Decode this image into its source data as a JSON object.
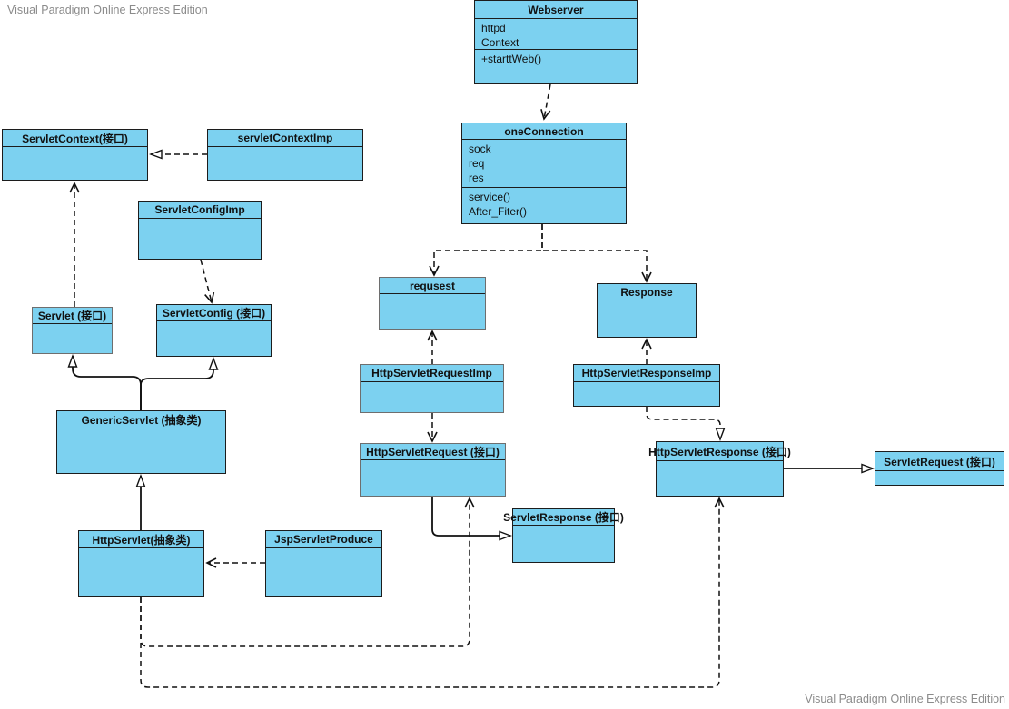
{
  "watermark": {
    "text": "Visual Paradigm Online Express Edition"
  },
  "colors": {
    "node_fill": "#7cd1f0",
    "node_border": "#1c1c1c",
    "node_border_alt": "#6e6e6e",
    "line": "#111111",
    "watermark": "#8b8b8b"
  },
  "diagram": {
    "classes": [
      {
        "id": "webserver",
        "title": "Webserver",
        "attributes": [
          "httpd",
          "Context"
        ],
        "methods": [
          "+starttWeb()"
        ]
      },
      {
        "id": "oneConnection",
        "title": "oneConnection",
        "attributes": [
          "sock",
          "req",
          "res"
        ],
        "methods": [
          "service()",
          "After_Fiter()"
        ]
      },
      {
        "id": "servletContext",
        "title": "ServletContext(接口)",
        "attributes": [],
        "methods": []
      },
      {
        "id": "servletContextImp",
        "title": "servletContextImp",
        "attributes": [],
        "methods": []
      },
      {
        "id": "servletConfigImp",
        "title": "ServletConfigImp",
        "attributes": [],
        "methods": []
      },
      {
        "id": "servlet",
        "title": "Servlet (接口)",
        "attributes": [],
        "methods": []
      },
      {
        "id": "servletConfig",
        "title": "ServletConfig (接口)",
        "attributes": [],
        "methods": []
      },
      {
        "id": "genericServlet",
        "title": "GenericServlet (抽象类)",
        "attributes": [],
        "methods": []
      },
      {
        "id": "httpServlet",
        "title": "HttpServlet(抽象类)",
        "attributes": [],
        "methods": []
      },
      {
        "id": "jspServletProduce",
        "title": "JspServletProduce",
        "attributes": [],
        "methods": []
      },
      {
        "id": "requsest",
        "title": "requsest",
        "attributes": [],
        "methods": []
      },
      {
        "id": "response",
        "title": "Response",
        "attributes": [],
        "methods": []
      },
      {
        "id": "httpServletRequestImp",
        "title": "HttpServletRequestImp",
        "attributes": [],
        "methods": []
      },
      {
        "id": "httpServletResponseImp",
        "title": "HttpServletResponseImp",
        "attributes": [],
        "methods": []
      },
      {
        "id": "httpServletRequest",
        "title": "HttpServletRequest (接口)",
        "attributes": [],
        "methods": []
      },
      {
        "id": "servletResponse",
        "title": "ServletResponse (接口)",
        "attributes": [],
        "methods": []
      },
      {
        "id": "httpServletResponse",
        "title": "HttpServletResponse (接口)",
        "attributes": [],
        "methods": []
      },
      {
        "id": "servletRequest",
        "title": "ServletRequest (接口)",
        "attributes": [],
        "methods": []
      }
    ],
    "relationships": [
      {
        "from": "webserver",
        "to": "oneConnection",
        "type": "dependency",
        "line": "dashed",
        "arrow": "open"
      },
      {
        "from": "oneConnection",
        "to": "requsest",
        "type": "dependency",
        "line": "dashed",
        "arrow": "open"
      },
      {
        "from": "oneConnection",
        "to": "response",
        "type": "dependency",
        "line": "dashed",
        "arrow": "open"
      },
      {
        "from": "servletContextImp",
        "to": "servletContext",
        "type": "realization",
        "line": "dashed",
        "arrow": "hollow-triangle"
      },
      {
        "from": "servlet",
        "to": "servletContext",
        "type": "dependency",
        "line": "dashed",
        "arrow": "open"
      },
      {
        "from": "servletConfigImp",
        "to": "servletConfig",
        "type": "dependency",
        "line": "dashed",
        "arrow": "open"
      },
      {
        "from": "genericServlet",
        "to": "servlet",
        "type": "generalization",
        "line": "solid",
        "arrow": "hollow-triangle"
      },
      {
        "from": "genericServlet",
        "to": "servletConfig",
        "type": "generalization",
        "line": "solid",
        "arrow": "hollow-triangle"
      },
      {
        "from": "httpServlet",
        "to": "genericServlet",
        "type": "generalization",
        "line": "solid",
        "arrow": "hollow-triangle"
      },
      {
        "from": "jspServletProduce",
        "to": "httpServlet",
        "type": "dependency",
        "line": "dashed",
        "arrow": "open"
      },
      {
        "from": "httpServletRequestImp",
        "to": "requsest",
        "type": "dependency",
        "line": "dashed",
        "arrow": "open"
      },
      {
        "from": "httpServletResponseImp",
        "to": "response",
        "type": "dependency",
        "line": "dashed",
        "arrow": "open"
      },
      {
        "from": "httpServletRequestImp",
        "to": "httpServletRequest",
        "type": "dependency",
        "line": "dashed",
        "arrow": "open"
      },
      {
        "from": "httpServletResponseImp",
        "to": "httpServletResponse",
        "type": "realization",
        "line": "dashed",
        "arrow": "hollow-triangle"
      },
      {
        "from": "httpServletRequest",
        "to": "servletResponse",
        "type": "generalization",
        "line": "solid",
        "arrow": "hollow-triangle"
      },
      {
        "from": "httpServletResponse",
        "to": "servletRequest",
        "type": "generalization",
        "line": "solid",
        "arrow": "hollow-triangle"
      },
      {
        "from": "httpServlet",
        "to": "httpServletRequest",
        "type": "dependency",
        "line": "dashed",
        "arrow": "open"
      },
      {
        "from": "httpServlet",
        "to": "httpServletResponse",
        "type": "dependency",
        "line": "dashed",
        "arrow": "open"
      }
    ]
  }
}
